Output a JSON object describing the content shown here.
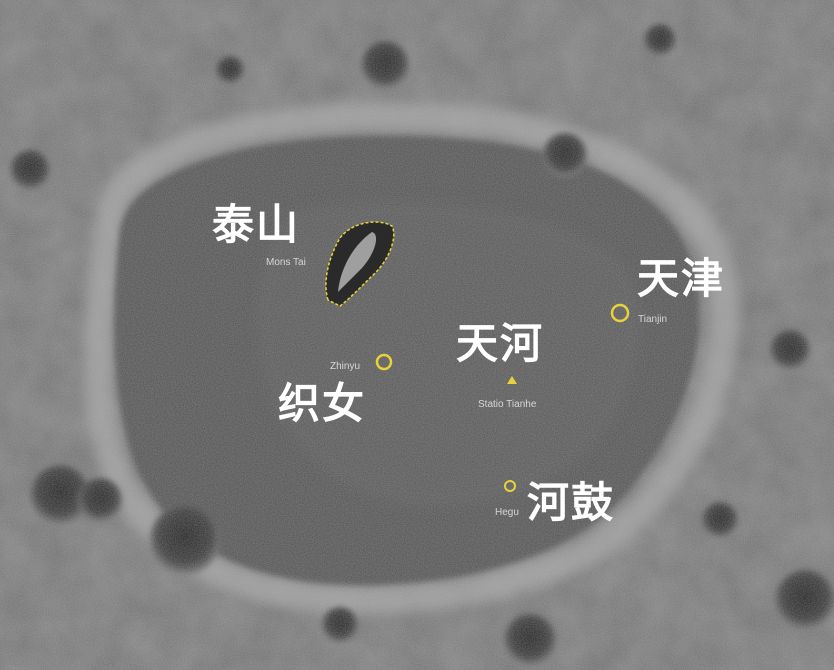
{
  "features": [
    {
      "id": "taishan",
      "type": "mountain",
      "label_zh": "泰山",
      "label_en": "Mons Tai",
      "marker_color": "#e8d23a"
    },
    {
      "id": "zhinyu",
      "type": "crater",
      "label_zh": "织女",
      "label_en": "Zhinyu",
      "marker_color": "#e8d23a"
    },
    {
      "id": "tianhe",
      "type": "landing-site",
      "label_zh": "天河",
      "label_en": "Statio Tianhe",
      "marker_color": "#e8d23a"
    },
    {
      "id": "tianjin",
      "type": "crater",
      "label_zh": "天津",
      "label_en": "Tianjin",
      "marker_color": "#e8d23a"
    },
    {
      "id": "hegu",
      "type": "crater",
      "label_zh": "河鼓",
      "label_en": "Hegu",
      "marker_color": "#e8d23a"
    }
  ],
  "colors": {
    "marker": "#e8d23a",
    "label": "#ffffff"
  }
}
